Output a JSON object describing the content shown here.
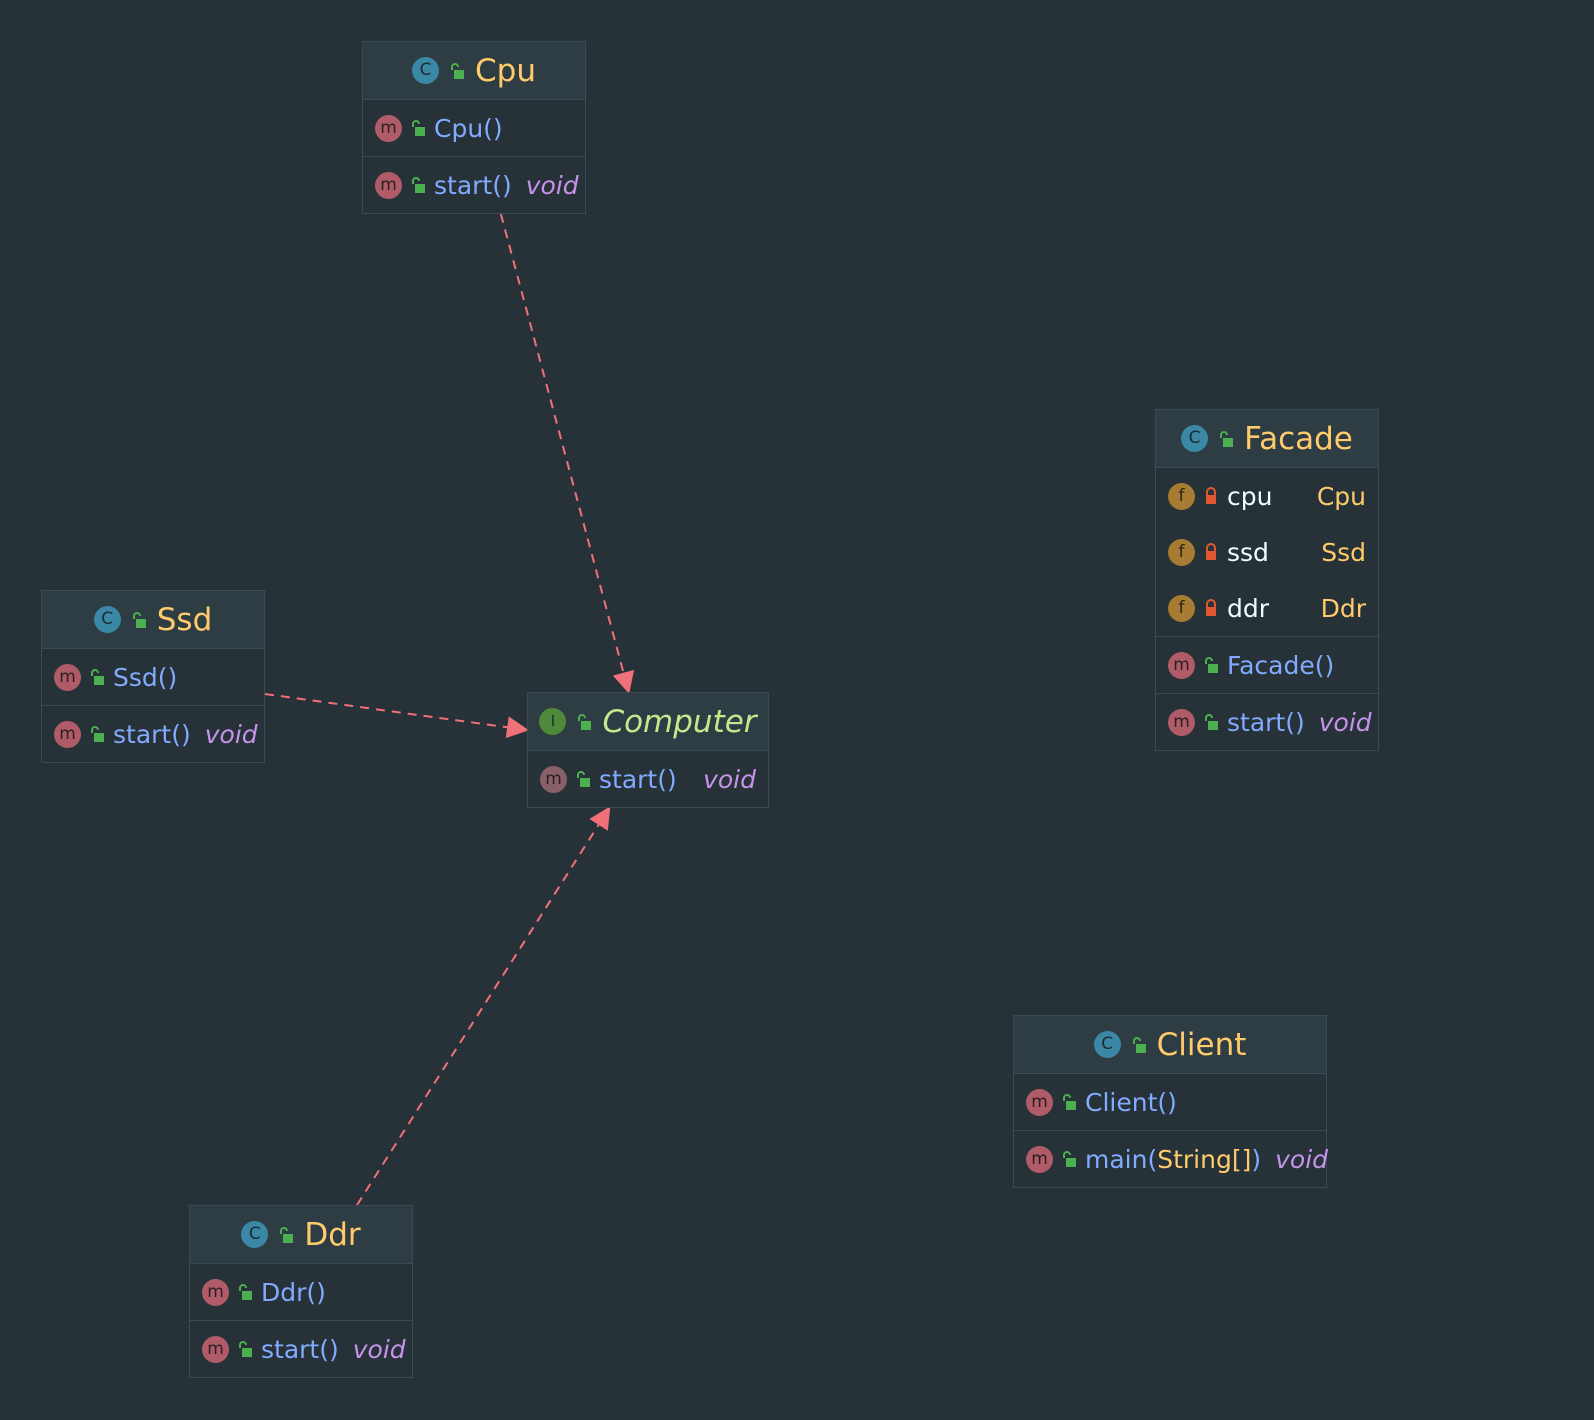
{
  "colors": {
    "background": "#263238",
    "class_name": "#ffcb6b",
    "interface_name": "#c3e88d",
    "method_name": "#82aaff",
    "return_type": "#c792ea",
    "edge": "#f07178"
  },
  "classes": {
    "cpu": {
      "name": "Cpu",
      "constructor": "Cpu()",
      "method": "start()",
      "method_type": "void"
    },
    "ssd": {
      "name": "Ssd",
      "constructor": "Ssd()",
      "method": "start()",
      "method_type": "void"
    },
    "computer": {
      "name": "Computer",
      "method": "start()",
      "method_type": "void"
    },
    "ddr": {
      "name": "Ddr",
      "constructor": "Ddr()",
      "method": "start()",
      "method_type": "void"
    },
    "facade": {
      "name": "Facade",
      "fields": [
        {
          "name": "cpu",
          "type": "Cpu"
        },
        {
          "name": "ssd",
          "type": "Ssd"
        },
        {
          "name": "ddr",
          "type": "Ddr"
        }
      ],
      "constructor": "Facade()",
      "method": "start()",
      "method_type": "void"
    },
    "client": {
      "name": "Client",
      "constructor": "Client()",
      "method_prefix": "main(",
      "method_arg": "String[]",
      "method_suffix": ")",
      "method_type": "void"
    }
  },
  "icons": {
    "class": "C",
    "interface": "I",
    "method": "m",
    "field": "f"
  }
}
